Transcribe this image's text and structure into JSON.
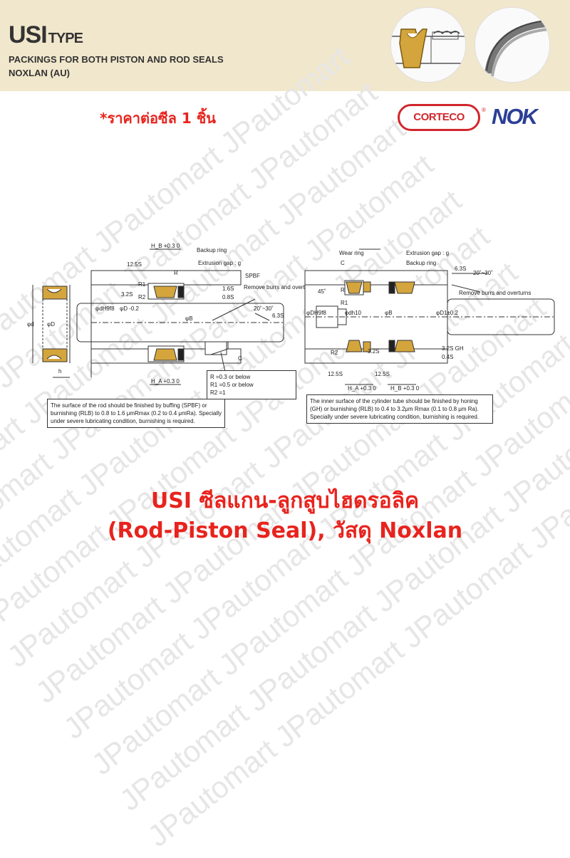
{
  "header": {
    "series": "USI",
    "series_suffix": "TYPE",
    "subtitle_1": "PACKINGS FOR BOTH PISTON AND ROD SEALS",
    "subtitle_2": "NOXLAN (AU)"
  },
  "price_note": "*ราคาต่อซีล 1 ชิ้น",
  "brands": {
    "corteco": "CORTECO",
    "corteco_mark": "®",
    "nok": "NOK"
  },
  "watermark": "JPautomart JPautomart JPautomart JPautomart",
  "colors": {
    "header_bg": "#f1e7cc",
    "accent_red": "#e8231d",
    "seal_yellow": "#d4a53c",
    "nok_blue": "#2b3f96",
    "corteco_red": "#d1262c"
  },
  "left_drawing": {
    "labels": {
      "hb": "H_B +0.3 0",
      "backup_ring": "Backup ring",
      "extrusion_gap": "Extrusion gap :  g",
      "s12": "12.5S",
      "r": "R",
      "r1": "R1",
      "r2": "R2",
      "s32": "3.2S",
      "spbf": "SPBF",
      "s16": "1.6S",
      "s08": "0.8S",
      "remove_burrs": "Remove burrs and overturns",
      "angle": "20˚~30˚",
      "s63": "6.3S",
      "phi_d_h9": "φdH9f8",
      "phi_d0": "φD -0.2",
      "phi_b": "φB",
      "c": "C",
      "ha": "H_A +0.3 0",
      "phi_d_small": "φd",
      "phi_D_small": "φD",
      "h": "h"
    },
    "r_table": [
      "R =0.3 or below",
      "R1 =0.5 or below",
      "R2 =1"
    ],
    "note": "The surface of the rod should be finished by buffing (SPBF) or burnishing (RLB) to 0.8 to 1.6 μmRmax (0.2 to 0.4 μmRa). Specially under severe lubricating condition, burnishing is required."
  },
  "right_drawing": {
    "labels": {
      "wear_ring": "Wear ring",
      "extrusion_gap": "Extrusion gap :  g",
      "backup_ring": "Backup ring",
      "c": "C",
      "angle45": "45˚",
      "r": "R",
      "r1": "R1",
      "r2": "R2",
      "phi_dh9": "φDH9f8",
      "phi_d10": "φdh10",
      "phi_b": "φB",
      "phi_d1": "φD1±0.2",
      "s63": "6.3S",
      "angle": "20˚~30˚",
      "remove_burrs": "Remove burrs and overturns",
      "s32": "3.2S  GH",
      "s04": "0.4S",
      "s12": "12.5S",
      "s12b": "12.5S",
      "s32b": "3.2S",
      "ha": "H_A +0.3 0",
      "hb": "H_B +0.3 0"
    },
    "note": "The inner surface of the cylinder tube should be finished by honing (GH) or burnishing (RLB) to 0.4 to 3.2μm Rmax (0.1 to 0.8 μm Ra). Specially under severe lubricating condition, burnishing is required."
  },
  "caption": {
    "line1": "USI ซีลแกน-ลูกสูบไฮดรอลิค",
    "line2": "(Rod-Piston Seal), วัสดุ Noxlan"
  }
}
